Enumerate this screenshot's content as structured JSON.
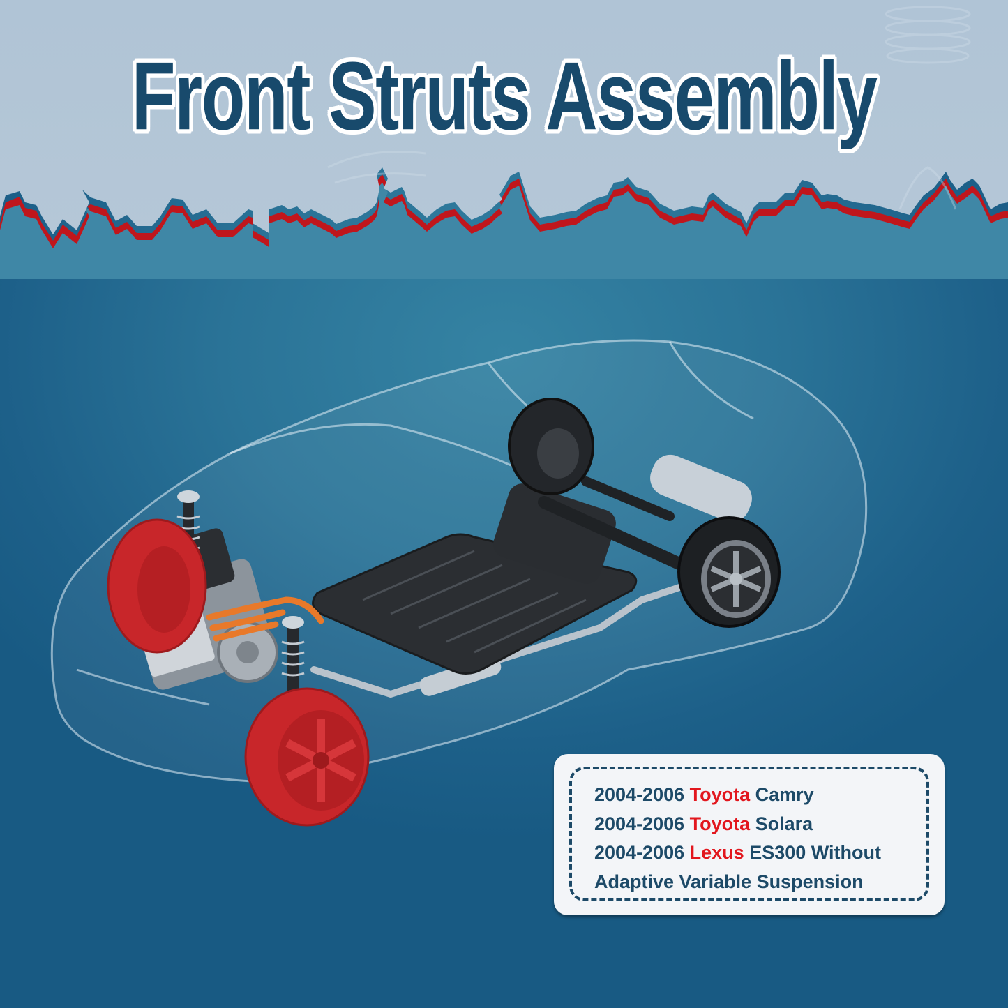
{
  "header": {
    "title": "Front Struts Assembly",
    "background_color": "#b2c4d5",
    "torn_edge_color": "#c0161c",
    "title_color": "#184a6c",
    "title_outline_color": "#ffffff"
  },
  "illustration": {
    "subject": "transparent-car-chassis",
    "highlighted_parts": [
      "front-left-wheel",
      "front-right-wheel"
    ],
    "highlight_color": "#c8262a",
    "background_color": "#2a7397"
  },
  "fitment": {
    "lines": [
      {
        "years": "2004-2006",
        "brand": "Toyota",
        "model": "Camry"
      },
      {
        "years": "2004-2006",
        "brand": "Toyota",
        "model": "Solara"
      },
      {
        "years": "2004-2006",
        "brand": "Lexus",
        "model": "ES300 Without"
      },
      {
        "text": "Adaptive Variable Suspension"
      }
    ],
    "text_color": "#1d4a68",
    "brand_color": "#e2171e",
    "card_color": "#f3f5f8"
  }
}
